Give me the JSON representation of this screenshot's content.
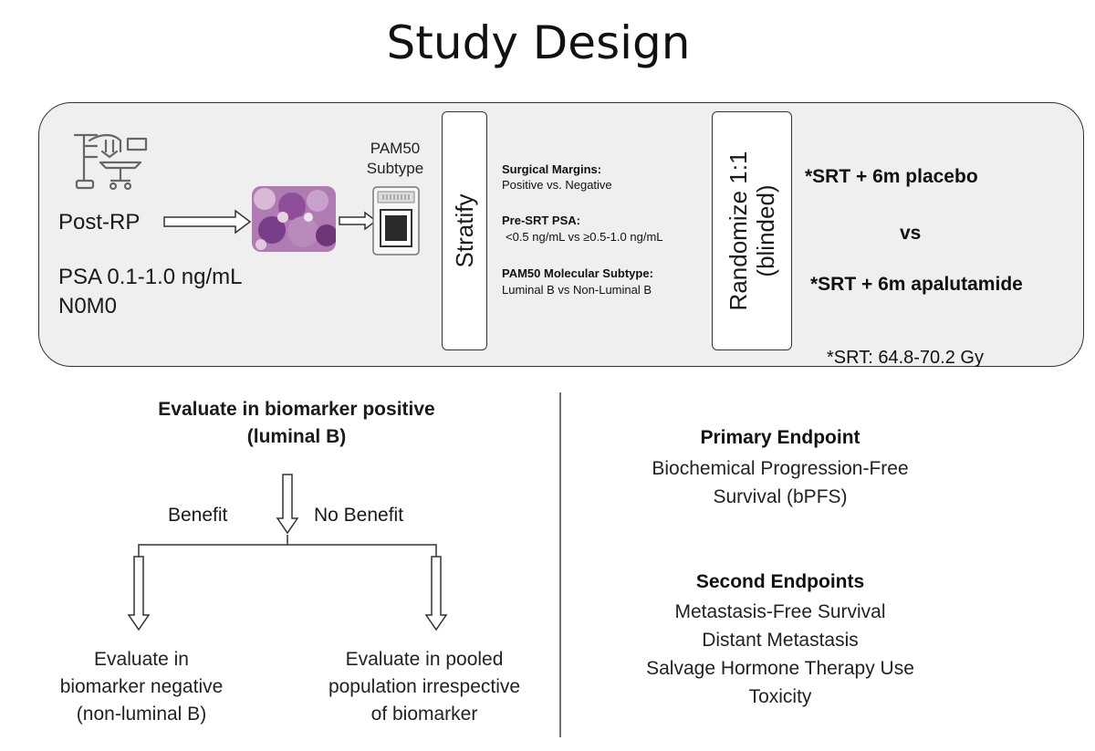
{
  "title": "Study Design",
  "design": {
    "post_rp": "Post-RP",
    "psa": "PSA 0.1-1.0 ng/mL",
    "n0m0": "N0M0",
    "pam50_line1": "PAM50",
    "pam50_line2": "Subtype",
    "stratify": "Stratify",
    "strata": [
      {
        "header": "Surgical Margins:",
        "value": "Positive vs. Negative"
      },
      {
        "header": "Pre-SRT PSA:",
        "value": "<0.5 ng/mL vs ≥0.5-1.0 ng/mL"
      },
      {
        "header": "PAM50 Molecular Subtype:",
        "value": "Luminal B vs Non-Luminal B"
      }
    ],
    "randomize_line1": "Randomize 1:1",
    "randomize_line2": "(blinded)",
    "arm1": "*SRT + 6m placebo",
    "vs": "vs",
    "arm2": "*SRT + 6m apalutamide",
    "srt_note": "*SRT: 64.8-70.2 Gy"
  },
  "evaluation": {
    "title_line1": "Evaluate in biomarker positive",
    "title_line2": "(luminal B)",
    "benefit": "Benefit",
    "no_benefit": "No Benefit",
    "left_outcome": [
      "Evaluate in",
      "biomarker negative",
      "(non-luminal B)"
    ],
    "right_outcome": [
      "Evaluate in pooled",
      "population irrespective",
      "of biomarker"
    ]
  },
  "endpoints": {
    "primary_title": "Primary Endpoint",
    "primary_lines": [
      "Biochemical Progression-Free",
      "Survival (bPFS)"
    ],
    "secondary_title": "Second Endpoints",
    "secondary_lines": [
      "Metastasis-Free Survival",
      "Distant Metastasis",
      "Salvage Hormone Therapy Use",
      "Toxicity"
    ]
  }
}
